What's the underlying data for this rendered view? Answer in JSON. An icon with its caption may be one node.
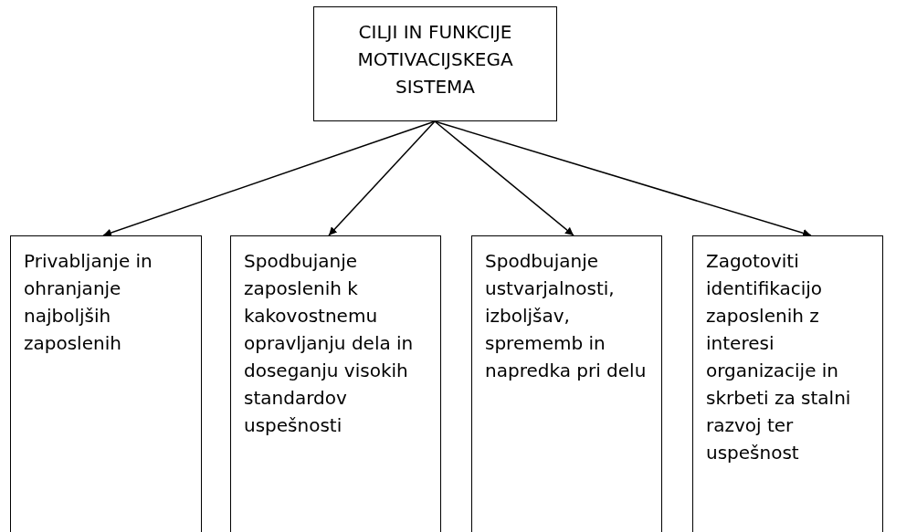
{
  "diagram": {
    "nodes": [
      {
        "text": [
          "CILJI IN FUNKCIJE MOTIVACIJSKEGA SISTEMA"
        ]
      },
      {
        "text": [
          "Privabljanje in ohranjanje najboljših zaposlenih"
        ]
      },
      {
        "text": [
          "Spodbujanje zaposlenih k kakovostnemu opravljanju dela in doseganju visokih standardov uspešnosti"
        ]
      },
      {
        "text": [
          "Spodbujanje ustvarjalnosti, izboljšav, sprememb in napredka pri delu"
        ]
      },
      {
        "text": [
          "Zagotoviti identifikacijo zaposlenih z interesi organizacije in skrbeti za stalni razvoj ter uspešnost"
        ]
      }
    ],
    "edges": [
      {
        "from": 0,
        "to": 1,
        "arrow": "to"
      },
      {
        "from": 0,
        "to": 2,
        "arrow": "to"
      },
      {
        "from": 0,
        "to": 3,
        "arrow": "to"
      },
      {
        "from": 0,
        "to": 4,
        "arrow": "to"
      }
    ]
  }
}
